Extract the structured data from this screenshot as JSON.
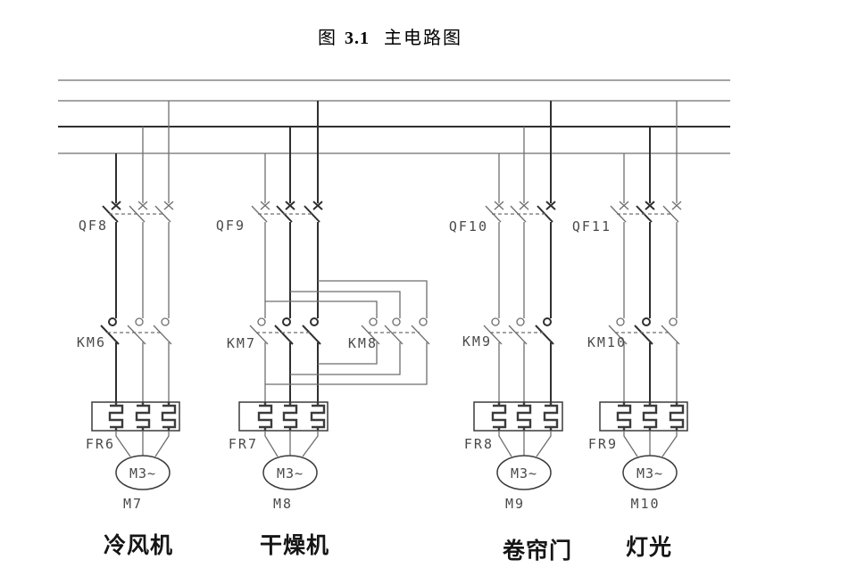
{
  "figure_title": {
    "label_figure": "图",
    "number": "3.1",
    "name": "主电路图"
  },
  "branches": [
    {
      "breaker": "QF8",
      "contactor": "KM6",
      "overload_relay": "FR6",
      "motor_symbol_text": "M3~",
      "motor_id": "M7",
      "caption": "冷风机"
    },
    {
      "breaker": "QF9",
      "contactor": "KM7",
      "contactor_reverse": "KM8",
      "overload_relay": "FR7",
      "motor_symbol_text": "M3~",
      "motor_id": "M8",
      "caption": "干燥机"
    },
    {
      "breaker": "QF10",
      "contactor": "KM9",
      "overload_relay": "FR8",
      "motor_symbol_text": "M3~",
      "motor_id": "M9",
      "caption": "卷帘门"
    },
    {
      "breaker": "QF11",
      "contactor": "KM10",
      "overload_relay": "FR9",
      "motor_symbol_text": "M3~",
      "motor_id": "M10",
      "caption": "灯光"
    }
  ],
  "colors": {
    "wire": "#6e6e6e",
    "wire_emphasis": "#2f2f2f",
    "symbol": "#3b3b3b",
    "component_label": "#4a4a4a",
    "caption_text": "#151515",
    "title_text": "#000000",
    "background": "#ffffff"
  }
}
